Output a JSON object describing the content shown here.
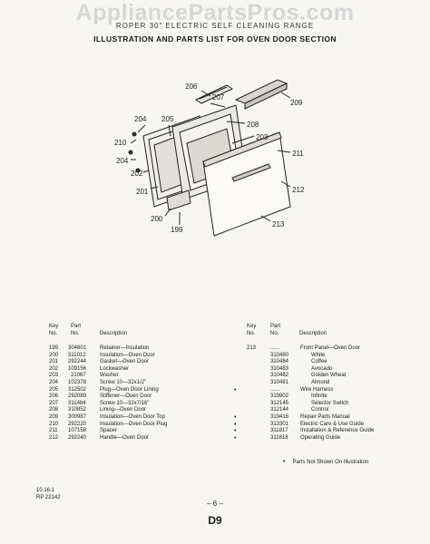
{
  "watermark": "AppliancePartsPros.com",
  "subtitle": "ROPER 30\" ELECTRIC SELF CLEANING RANGE",
  "title": "ILLUSTRATION AND PARTS LIST FOR OVEN DOOR SECTION",
  "diagram_labels": [
    "206",
    "207",
    "209",
    "204",
    "205",
    "208",
    "210",
    "203",
    "211",
    "204",
    "202",
    "212",
    "201",
    "213",
    "200",
    "199"
  ],
  "headers": {
    "key": "Key",
    "no": "No.",
    "part": "Part",
    "description": "Description"
  },
  "left_parts": [
    {
      "key": "199",
      "part": "304601",
      "desc": "Retainer—Insulation"
    },
    {
      "key": "200",
      "part": "311012",
      "desc": "Insulation—Oven Door"
    },
    {
      "key": "201",
      "part": "292244",
      "desc": "Gasket—Oven Door"
    },
    {
      "key": "202",
      "part": "109156",
      "desc": "Lockwasher"
    },
    {
      "key": "203",
      "part": "21067",
      "desc": "Washer"
    },
    {
      "key": "204",
      "part": "102378",
      "desc": "Screw 10—32x1/2\""
    },
    {
      "key": "205",
      "part": "312502",
      "desc": "Plug—Oven Door Lining"
    },
    {
      "key": "206",
      "part": "292089",
      "desc": "Stiffener—Oven Door"
    },
    {
      "key": "207",
      "part": "311484",
      "desc": "Screw 10—32x7/16\""
    },
    {
      "key": "208",
      "part": "310852",
      "desc": "Lining—Oven Door"
    },
    {
      "key": "209",
      "part": "300987",
      "desc": "Insulation—Oven Door Top"
    },
    {
      "key": "210",
      "part": "292220",
      "desc": "Insulation—Oven Door Plug"
    },
    {
      "key": "211",
      "part": "107158",
      "desc": "Spacer"
    },
    {
      "key": "212",
      "part": "292240",
      "desc": "Handle—Oven Door"
    }
  ],
  "right_parts": [
    {
      "mark": "",
      "key": "213",
      "part": "......",
      "desc": "Front Panel—Oven Door",
      "indent": false
    },
    {
      "mark": "",
      "key": "",
      "part": "310480",
      "desc": "White",
      "indent": true
    },
    {
      "mark": "",
      "key": "",
      "part": "310484",
      "desc": "Coffee",
      "indent": true
    },
    {
      "mark": "",
      "key": "",
      "part": "310483",
      "desc": "Avocado",
      "indent": true
    },
    {
      "mark": "",
      "key": "",
      "part": "310482",
      "desc": "Golden Wheat",
      "indent": true
    },
    {
      "mark": "",
      "key": "",
      "part": "310481",
      "desc": "Almond",
      "indent": true
    },
    {
      "mark": "•",
      "key": "",
      "part": "......",
      "desc": "Wire Harness",
      "indent": false
    },
    {
      "mark": "",
      "key": "",
      "part": "319902",
      "desc": "Infinite",
      "indent": true
    },
    {
      "mark": "",
      "key": "",
      "part": "312145",
      "desc": "Selector Switch",
      "indent": true
    },
    {
      "mark": "",
      "key": "",
      "part": "312144",
      "desc": "Control",
      "indent": true
    },
    {
      "mark": "•",
      "key": "",
      "part": "319416",
      "desc": "Repair Parts Manual",
      "indent": false
    },
    {
      "mark": "•",
      "key": "",
      "part": "313301",
      "desc": "Electric Care & Use Guide",
      "indent": false
    },
    {
      "mark": "•",
      "key": "",
      "part": "311817",
      "desc": "Installation & Reference Guide",
      "indent": false
    },
    {
      "mark": "•",
      "key": "",
      "part": "311818",
      "desc": "Operating Guide",
      "indent": false
    }
  ],
  "footnote_mark": "•",
  "footnote": "Parts Not Shown On Illustration",
  "date": "10.16.1",
  "rp_number": "RP 22142",
  "page_number": "– 6 –",
  "section_code": "D9"
}
